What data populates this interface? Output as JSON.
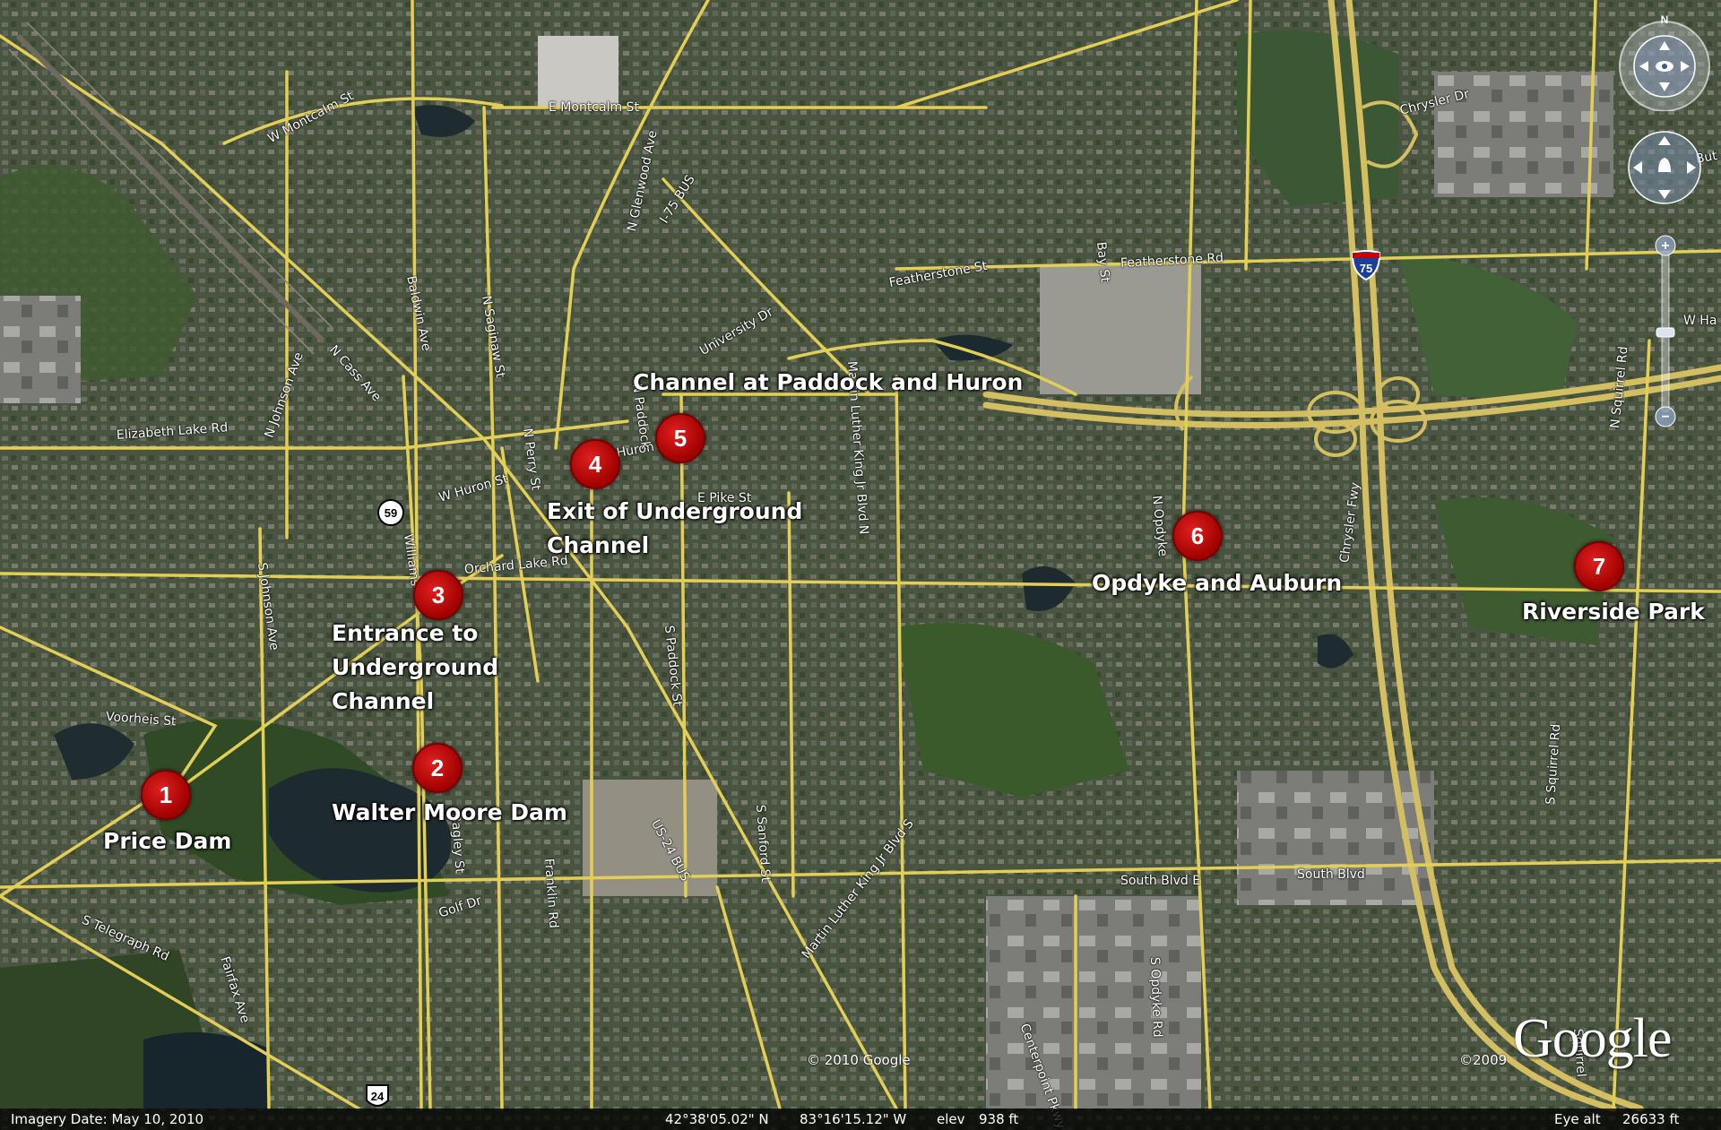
{
  "road_labels": [
    {
      "key": "w_montcalm",
      "text": "W Montcalm St"
    },
    {
      "key": "e_montcalm",
      "text": "E Montcalm St"
    },
    {
      "key": "glenwood",
      "text": "N Glenwood Ave"
    },
    {
      "key": "i75bus",
      "text": "I-75 BUS"
    },
    {
      "key": "baldwin",
      "text": "Baldwin Ave"
    },
    {
      "key": "nsaginaw",
      "text": "N Saginaw St"
    },
    {
      "key": "ncass",
      "text": "N Cass Ave"
    },
    {
      "key": "elizabeth",
      "text": "Elizabeth Lake Rd"
    },
    {
      "key": "njohnson",
      "text": "N Johnson Ave"
    },
    {
      "key": "sjohnson",
      "text": "S Johnson Ave"
    },
    {
      "key": "whuron",
      "text": "W Huron St"
    },
    {
      "key": "huron",
      "text": "Huron"
    },
    {
      "key": "williams",
      "text": "Williams"
    },
    {
      "key": "orchard",
      "text": "Orchard Lake Rd"
    },
    {
      "key": "nperry",
      "text": "N Perry St"
    },
    {
      "key": "npaddock",
      "text": "N Paddock"
    },
    {
      "key": "university",
      "text": "University Dr"
    },
    {
      "key": "epike",
      "text": "E Pike St"
    },
    {
      "key": "mlk",
      "text": "Martin Luther King Jr Blvd N"
    },
    {
      "key": "featherstone",
      "text": "Featherstone St"
    },
    {
      "key": "featherstone_rd",
      "text": "Featherstone Rd"
    },
    {
      "key": "bay",
      "text": "Bay St"
    },
    {
      "key": "chrysler_dr",
      "text": "Chrysler Dr"
    },
    {
      "key": "nopdyke",
      "text": "N Opdyke"
    },
    {
      "key": "chrysler_fwy",
      "text": "Chrysler Fwy"
    },
    {
      "key": "nsquirrel",
      "text": "N Squirrel Rd"
    },
    {
      "key": "whamlin",
      "text": "W Ha"
    },
    {
      "key": "but",
      "text": "But"
    },
    {
      "key": "spaddock",
      "text": "S Paddock St"
    },
    {
      "key": "ssanford",
      "text": "S Sanford St"
    },
    {
      "key": "franklin",
      "text": "Franklin Rd"
    },
    {
      "key": "bagley",
      "text": "Bagley St"
    },
    {
      "key": "voorheis",
      "text": "Voorheis St"
    },
    {
      "key": "us24bus",
      "text": "US-24 BUS"
    },
    {
      "key": "southblvd_e",
      "text": "South Blvd E"
    },
    {
      "key": "southblvd",
      "text": "South Blvd"
    },
    {
      "key": "mlk_s",
      "text": "Martin Luther King Jr Blvd S"
    },
    {
      "key": "golf",
      "text": "Golf Dr"
    },
    {
      "key": "fairfax",
      "text": "Fairfax Ave"
    },
    {
      "key": "stelegraph",
      "text": "S Telegraph Rd"
    },
    {
      "key": "centerpoint",
      "text": "Centerpoint Pkwy"
    },
    {
      "key": "sopdyke",
      "text": "S Opdyke Rd"
    },
    {
      "key": "ssquirrel",
      "text": "S Squirrel Rd"
    },
    {
      "key": "squirrel_lower",
      "text": "Squirrel"
    }
  ],
  "shields": {
    "m59": "59",
    "i75": "75",
    "us24": "24"
  },
  "markers": [
    {
      "number": "1",
      "label": "Price Dam"
    },
    {
      "number": "2",
      "label": "Walter Moore Dam"
    },
    {
      "number": "3",
      "label": "Entrance to Underground Channel"
    },
    {
      "number": "4",
      "label": "Exit of Underground Channel"
    },
    {
      "number": "5",
      "label": "Channel at Paddock and Huron"
    },
    {
      "number": "6",
      "label": "Opdyke and Auburn"
    },
    {
      "number": "7",
      "label": "Riverside Park"
    }
  ],
  "compass_north": "N",
  "zoom": {
    "plus": "+",
    "minus": "−"
  },
  "copyright_center": "© 2010 Google",
  "copyright_year": "©2009",
  "logo": "Google",
  "status": {
    "imagery_date": "Imagery Date: May 10, 2010",
    "lat": "42°38'05.02\" N",
    "lon": "83°16'15.12\" W",
    "elev_label": "elev",
    "elev_value": "938 ft",
    "eye_label": "Eye alt",
    "eye_value": "26633 ft"
  },
  "colors": {
    "marker": "#c40d0d",
    "road": "#e3cf55",
    "highway": "#d8c46a",
    "label": "#ffffff"
  }
}
